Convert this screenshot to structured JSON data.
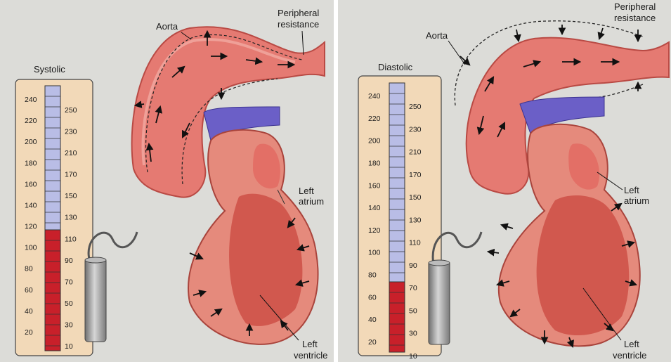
{
  "colors": {
    "paper_bg": "#d9d9d6",
    "panel": "#f2d9b8",
    "scale_blue": "#b9bde6",
    "mercury_red": "#c8202a",
    "aorta": "#e57a72",
    "aorta_inner": "#d8564f",
    "heart": "#e58a7c",
    "heart_dark": "#c9473f",
    "vein_blue": "#6b5fc7",
    "cuff_gray": "#9a9a9a"
  },
  "panels": [
    {
      "mode_label": "Systolic",
      "mercury_level_mmHg": 120,
      "labels": {
        "aorta": "Aorta",
        "peripheral_line1": "Peripheral",
        "peripheral_line2": "resistance",
        "left_atrium_line1": "Left",
        "left_atrium_line2": "atrium",
        "left_ventricle_line1": "Left",
        "left_ventricle_line2": "ventricle"
      },
      "scale_left": [
        "240",
        "220",
        "200",
        "180",
        "160",
        "140",
        "120",
        "100",
        "80",
        "60",
        "40",
        "20"
      ],
      "scale_right": [
        "250",
        "230",
        "210",
        "170",
        "150",
        "130",
        "110",
        "90",
        "70",
        "50",
        "30",
        "10"
      ]
    },
    {
      "mode_label": "Diastolic",
      "mercury_level_mmHg": 70,
      "labels": {
        "aorta": "Aorta",
        "peripheral_line1": "Peripheral",
        "peripheral_line2": "resistance",
        "left_atrium_line1": "Left",
        "left_atrium_line2": "atrium",
        "left_ventricle_line1": "Left",
        "left_ventricle_line2": "ventricle"
      },
      "scale_left": [
        "240",
        "220",
        "200",
        "180",
        "160",
        "140",
        "120",
        "100",
        "80",
        "60",
        "40",
        "20"
      ],
      "scale_right": [
        "250",
        "230",
        "210",
        "170",
        "150",
        "130",
        "110",
        "90",
        "70",
        "50",
        "30",
        "10"
      ]
    }
  ]
}
